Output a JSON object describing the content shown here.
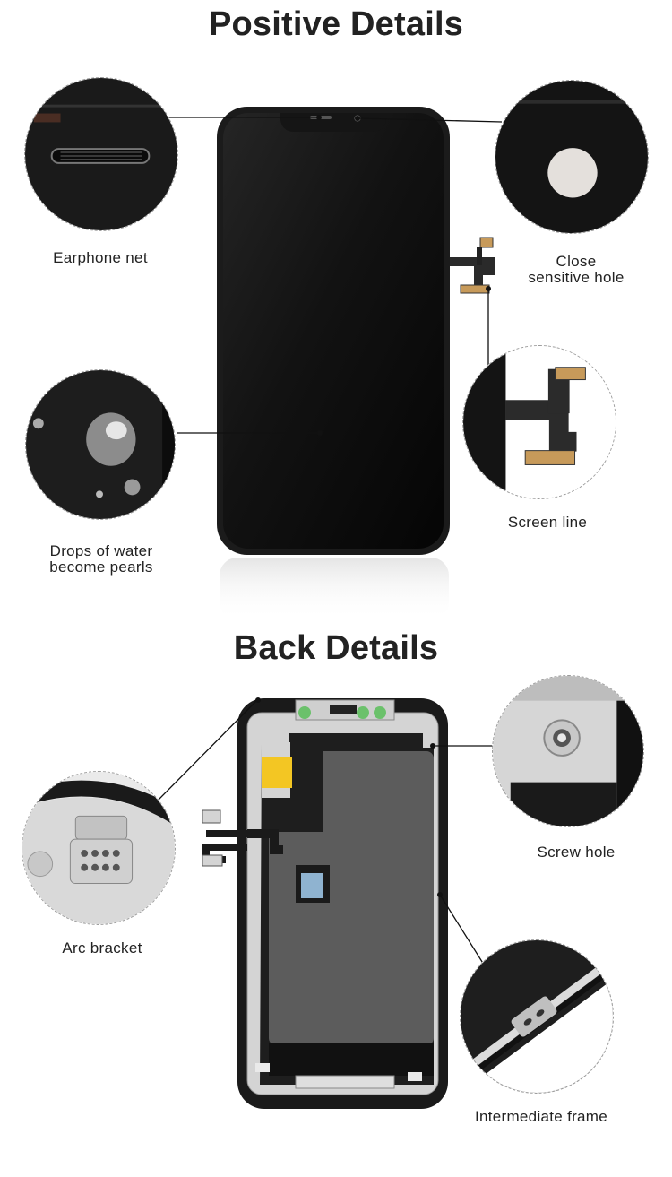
{
  "positive": {
    "title": "Positive Details",
    "callouts": {
      "earphone": "Earphone net",
      "sensor_line1": "Close",
      "sensor_line2": "sensitive hole",
      "screen_line": "Screen line",
      "water_line1": "Drops of water",
      "water_line2": "become pearls"
    }
  },
  "back": {
    "title": "Back Details",
    "callouts": {
      "screw": "Screw hole",
      "arc": "Arc bracket",
      "frame": "Intermediate frame"
    }
  },
  "colors": {
    "text": "#222222",
    "screen": "#0c0c0c",
    "bezel": "#1a1a1a",
    "dashed_border": "#9a9a9a",
    "back_panel": "#5c5c5c",
    "metal": "#d6d6d6",
    "sticker_yellow": "#f3c623",
    "green_pad": "#6bc16b"
  },
  "icons": [
    "earphone-net-icon",
    "sensor-hole-icon",
    "flex-cable-icon",
    "water-drop-icon",
    "screw-hole-icon",
    "arc-bracket-icon",
    "frame-edge-icon"
  ]
}
